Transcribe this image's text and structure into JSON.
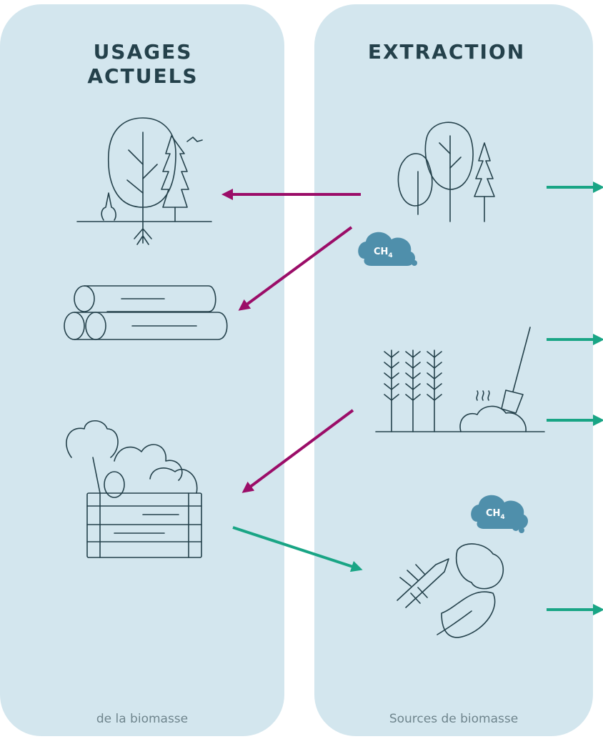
{
  "left_column": {
    "title_line1": "USAGES",
    "title_line2": "ACTUELS",
    "footer": "de la biomasse"
  },
  "right_column": {
    "title": "EXTRACTION",
    "footer": "Sources de biomasse"
  },
  "badges": {
    "ch4_main": "CH",
    "ch4_sub": "4"
  },
  "colors": {
    "panel": "#d3e6ee",
    "ink": "#24414b",
    "magenta_arrow": "#9b0d68",
    "green_arrow": "#19a585",
    "cloud": "#4f8fab"
  },
  "icons": [
    "forest-ecosystem-icon",
    "logs-icon",
    "vegetable-crate-icon",
    "trees-icon",
    "methane-cloud-icon",
    "wheat-and-compost-icon",
    "food-waste-icon"
  ]
}
